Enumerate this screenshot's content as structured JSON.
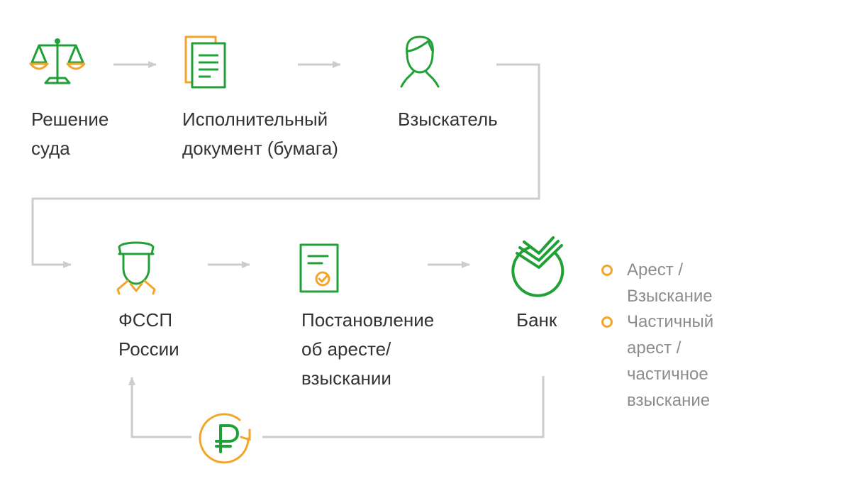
{
  "colors": {
    "green": "#21a038",
    "orange": "#f2a52a",
    "connector": "#cccccc",
    "text": "#333333",
    "legend_text": "#8c8c8c"
  },
  "steps": [
    {
      "id": "court-decision",
      "icon": "scales-icon",
      "label_lines": [
        "Решение",
        "суда"
      ]
    },
    {
      "id": "enforcement-document",
      "icon": "document-icon",
      "label_lines": [
        "Исполнительный",
        "документ (бумага)"
      ]
    },
    {
      "id": "claimant",
      "icon": "person-icon",
      "label_lines": [
        "Взыскатель"
      ]
    },
    {
      "id": "fssp",
      "icon": "bailiff-icon",
      "label_lines": [
        "ФССП",
        "России"
      ]
    },
    {
      "id": "arrest-order",
      "icon": "approved-document-icon",
      "label_lines": [
        "Постановление",
        "об аресте/",
        "взыскании"
      ]
    },
    {
      "id": "bank",
      "icon": "sberbank-logo-icon",
      "label_lines": [
        "Банк"
      ]
    }
  ],
  "return_flow": {
    "icon": "ruble-refresh-icon"
  },
  "legend": [
    {
      "text": "Арест / Взыскание"
    },
    {
      "text": "Частичный арест /\nчастичное взыскание"
    }
  ]
}
